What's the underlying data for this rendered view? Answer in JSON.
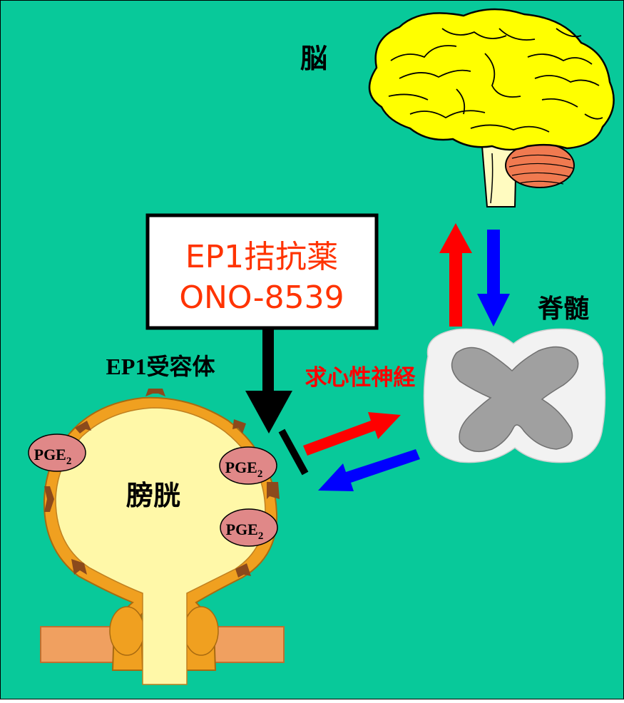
{
  "labels": {
    "brain": "脳",
    "spinal_cord": "脊髄",
    "afferent_nerve": "求心性神経",
    "ep1_receptor": "EP1受容体",
    "bladder": "膀胱",
    "antagonist_title": "EP1拮抗薬",
    "antagonist_compound": "ONO-8539",
    "pge": "PGE",
    "pge_subscript": "2"
  },
  "colors": {
    "background": "#08c99a",
    "brain": "#ffff00",
    "cerebellum": "#f07a50",
    "spinal_white": "#f2f2f2",
    "spinal_grey": "#a0a0a0",
    "bladder_fill": "#fff8a8",
    "bladder_wall": "#f0a020",
    "receptor": "#8b4a1c",
    "pge_fill": "#e08888",
    "afferent_arrow": "#ff0000",
    "efferent_arrow": "#0000ff",
    "antagonist_text": "#ff3300",
    "afferent_label": "#ff0000"
  }
}
